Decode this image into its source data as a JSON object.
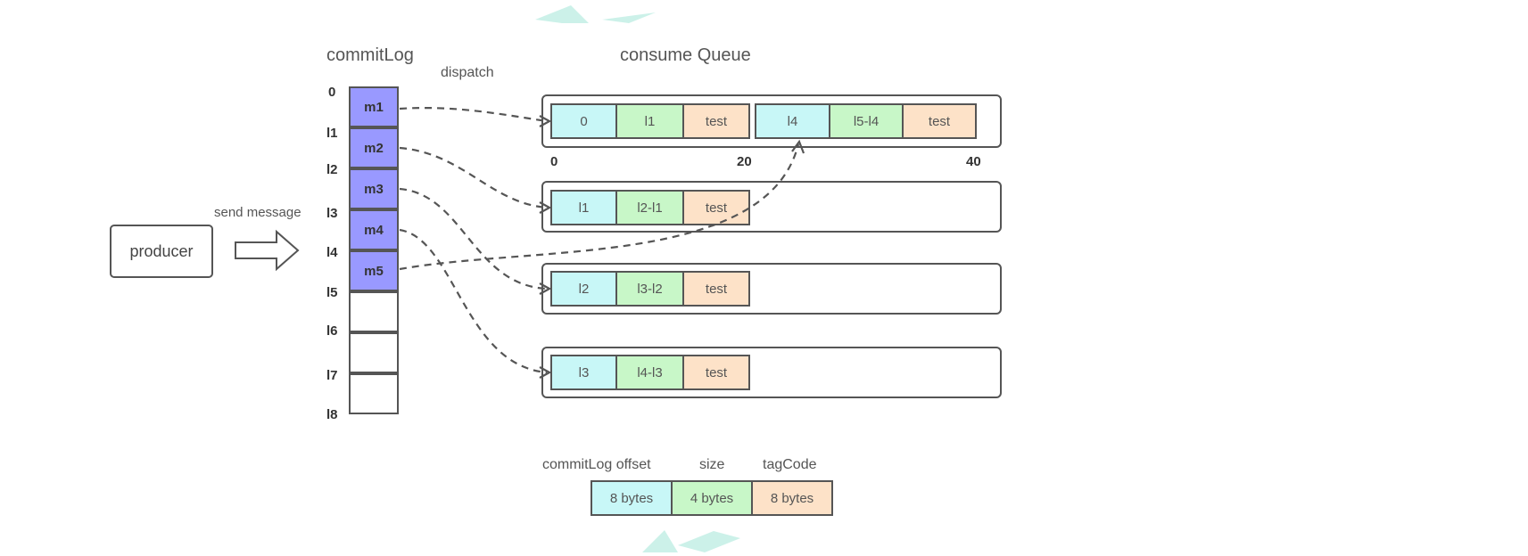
{
  "labels": {
    "commitlog_title": "commitLog",
    "consume_queue_title": "consume Queue",
    "dispatch": "dispatch",
    "send_message": "send message",
    "producer": "producer"
  },
  "commitlog": {
    "offsets": [
      "0",
      "l1",
      "l2",
      "l3",
      "l4",
      "l5",
      "l6",
      "l7",
      "l8"
    ],
    "messages": [
      "m1",
      "m2",
      "m3",
      "m4",
      "m5",
      "",
      "",
      ""
    ]
  },
  "queues": [
    {
      "entries": [
        {
          "offset": "0",
          "size": "l1",
          "tag": "test"
        },
        {
          "offset": "l4",
          "size": "l5-l4",
          "tag": "test"
        }
      ],
      "ruler": [
        "0",
        "20",
        "40"
      ]
    },
    {
      "entries": [
        {
          "offset": "l1",
          "size": "l2-l1",
          "tag": "test"
        }
      ]
    },
    {
      "entries": [
        {
          "offset": "l2",
          "size": "l3-l2",
          "tag": "test"
        }
      ]
    },
    {
      "entries": [
        {
          "offset": "l3",
          "size": "l4-l3",
          "tag": "test"
        }
      ]
    }
  ],
  "legend": {
    "headers": [
      "commitLog offset",
      "size",
      "tagCode"
    ],
    "cells": [
      "8 bytes",
      "4 bytes",
      "8 bytes"
    ]
  },
  "colors": {
    "offset": "#c8f7f7",
    "size": "#c8f7c8",
    "tag": "#fde2c8",
    "message": "#9999ff",
    "watermark": "#bfeee3"
  }
}
